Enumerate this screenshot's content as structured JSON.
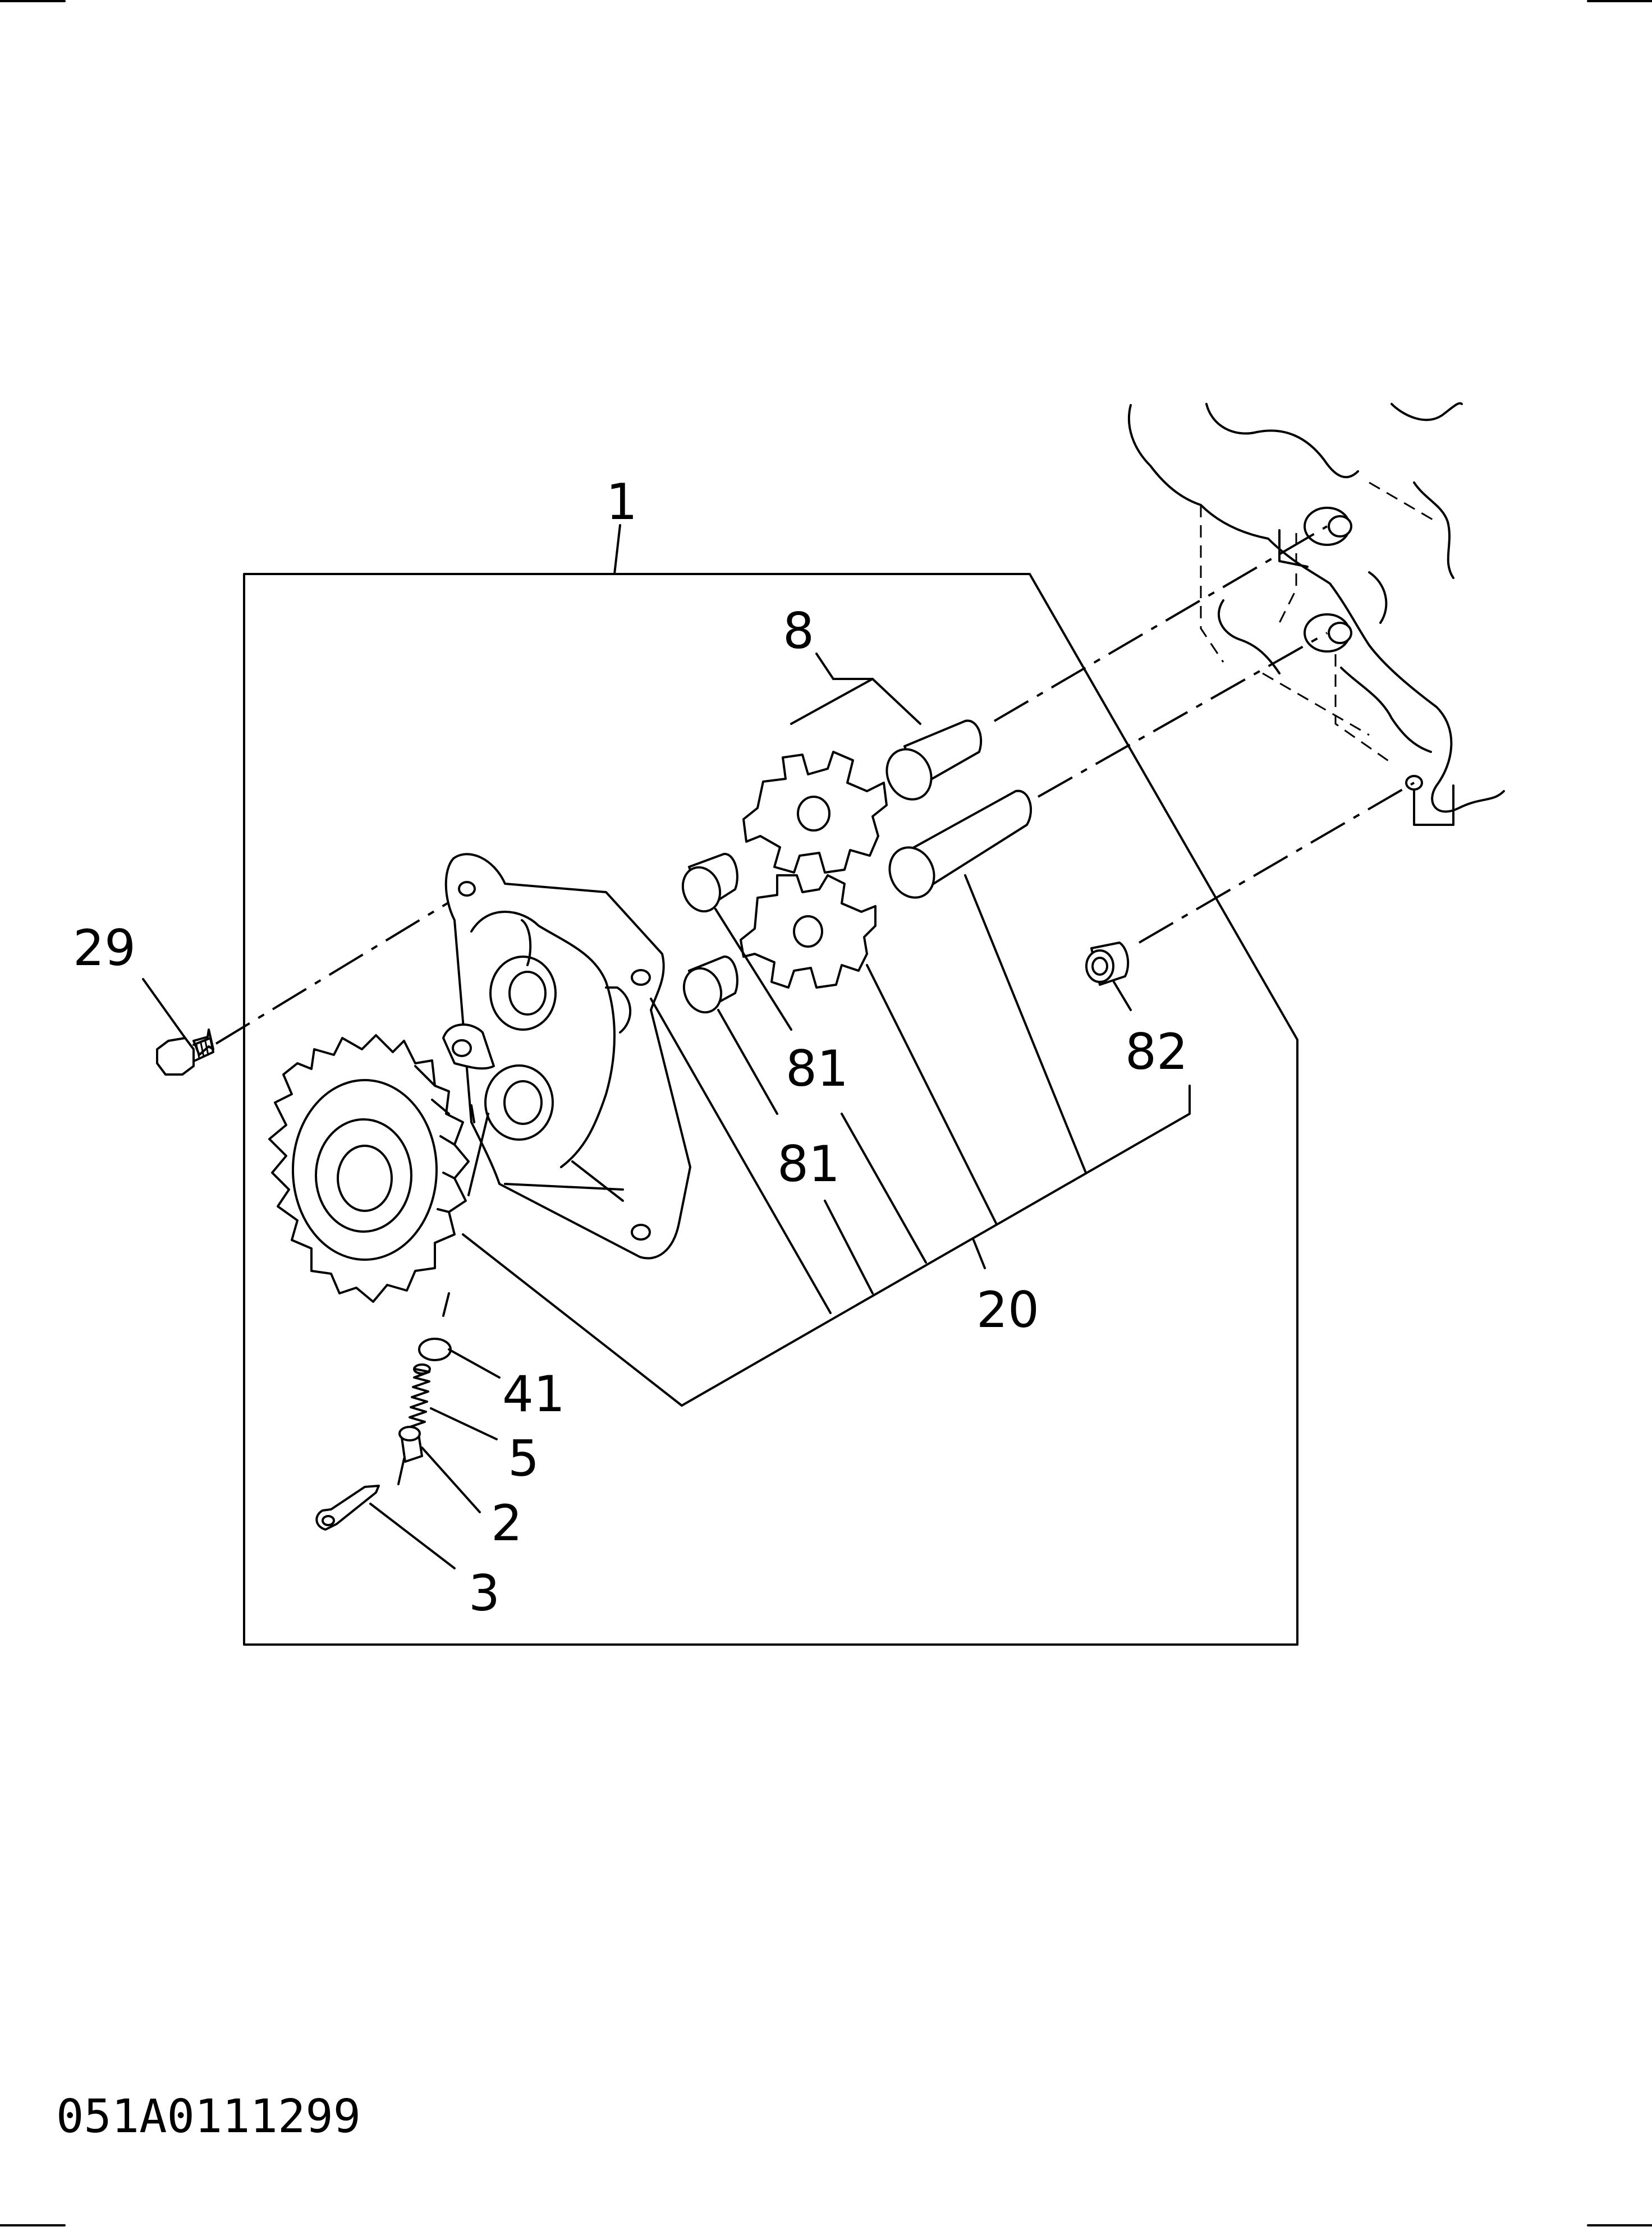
{
  "drawing_number": "051A0111299",
  "callouts": {
    "c1": "1",
    "c2": "2",
    "c3": "3",
    "c5": "5",
    "c8": "8",
    "c20": "20",
    "c29": "29",
    "c41": "41",
    "c81a": "81",
    "c81b": "81",
    "c82": "82"
  },
  "colors": {
    "line": "#000000",
    "paper": "#ffffff"
  }
}
